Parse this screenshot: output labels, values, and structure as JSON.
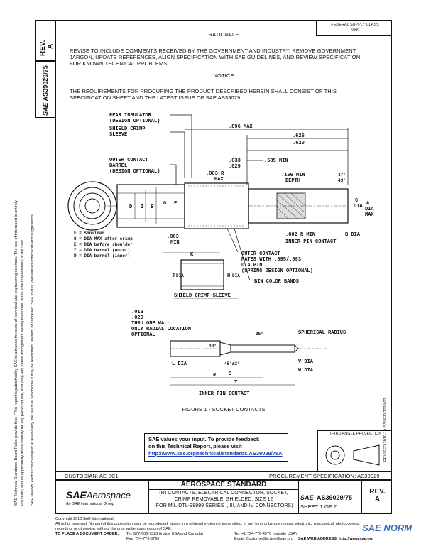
{
  "header": {
    "rev_label": "REV.",
    "rev_value": "A",
    "doc_id_vertical": "AS39029/75",
    "sae_small": "SAE",
    "federal_line1": "FEDERAL SUPPLY CLASS",
    "federal_line2": "5999"
  },
  "rationale": {
    "title": "RATIONALE",
    "text": "REVISE TO INCLUDE COMMENTS RECEIVED BY THE GOVERNMENT AND INDUSTRY, REMOVE GOVERNMENT JARGON, UPDATE REFERENCES, ALIGN SPECIFICATION WITH SAE GUIDELINES, AND REVIEW SPECIFICATION FOR KNOWN TECHNICAL PROBLEMS."
  },
  "notice": {
    "title": "NOTICE",
    "text": "THE REQUIREMENTS FOR PROCURING THE PRODUCT DESCRIBED HEREIN SHALL CONSIST OF THIS SPECIFICATION SHEET AND THE LATEST ISSUE OF SAE AS39029."
  },
  "drawing": {
    "rear_insulator": "REAR INSULATOR",
    "design_optional_1": "(DESIGN OPTIONAL)",
    "shield_crimp": "SHIELD CRIMP",
    "sleeve": "SLEEVE",
    "outer_contact": "OUTER CONTACT",
    "barrel": "BARREL",
    "design_optional_2": "(DESIGN OPTIONAL)",
    "dim_896": ".896 MAX",
    "dim_626": ".626",
    "dim_620": ".620",
    "dim_585": ".585 MIN",
    "dim_033": ".033",
    "dim_029": ".029",
    "dim_003r": ".003 R",
    "max": "MAX",
    "dim_166": ".166 MIN",
    "depth": "DEPTH",
    "angle_47": "47°",
    "angle_43": "43°",
    "c_dia": "C",
    "dia": "DIA",
    "dia_max": "MAX",
    "label_d": "D",
    "label_z": "Z",
    "label_e": "E",
    "label_g": "G",
    "label_f": "F",
    "legend": [
      "F = Shoulder",
      "G = DIA MAX after crimp",
      "E = DIA before shoulder",
      "Z = DIA barrel (outer)",
      "D = DIA barrel (inner)"
    ],
    "dim_063": ".063",
    "min": "MIN",
    "dim_002r": ".002 R MIN",
    "b_dia": "B DIA",
    "inner_pin_contact_1": "INNER PIN CONTACT",
    "outer_contact_2": "OUTER CONTACT",
    "mates_with": "MATES WITH .095/.093",
    "dia_pin": "DIA PIN",
    "spring_design": "(SPRING DESIGN OPTIONAL)",
    "bin_color": "BIN COLOR BANDS",
    "label_k": "K",
    "label_j": "J",
    "j_dia": "DIA",
    "label_h": "H",
    "h_dia": "DIA",
    "shield_sleeve_title": "SHIELD CRIMP SLEEVE",
    "dim_013": ".013",
    "dim_020": ".020",
    "thru_one_wall": "THRU ONE WALL",
    "only_radial": "ONLY RADIAL LOCATION",
    "optional": "OPTIONAL",
    "angle_30": "30°",
    "angle_35": "35°",
    "spherical": "SPHERICAL RADIUS",
    "l_dia": "L DIA",
    "angle_45": "45°±2°",
    "label_s": "S",
    "v_dia": "V DIA",
    "w_dia": "W DIA",
    "label_r": "R",
    "label_t": "T",
    "inner_pin_title": "INNER PIN CONTACT",
    "figure_caption": "FIGURE 1 - SOCKET CONTACTS"
  },
  "feedback": {
    "line1": "SAE values your input. To provide feedback",
    "line2": "on this Technical Report, please visit",
    "url": "http://www.sae.org/technical/standards/AS39029/75A"
  },
  "projection": {
    "label": "THIRD ANGLE PROJECTION"
  },
  "right_vertical": {
    "text": "REVISED 2010-10     ISSUED 2000-07"
  },
  "left_vertical": {
    "line1": "SAE Technical Standards Board Rules provide that: \"This report is published by SAE to advance the state of technical and engineering sciences. The use of this report is entirely",
    "line2": "voluntary, and its applicability and suitability for any particular use, including any patent infringement arising therefrom, is the sole responsibility of the user.\"",
    "line3": "SAE reviews each technical report at least every five years at which time it may be reaffirmed, revised, or cancelled. SAE invites your written comments and suggestions."
  },
  "title_block": {
    "custodian": "CUSTODIAN: AE-8C1",
    "procurement": "PROCUREMENT SPECIFICATION: AS39029",
    "logo_sae": "SAE",
    "logo_aero": "Aerospace",
    "logo_sub": "An SAE International Group",
    "standard_title": "AEROSPACE STANDARD",
    "desc1": "(R) CONTACTS, ELECTRICAL CONNECTOR, SOCKET,",
    "desc2": "CRIMP REMOVABLE, SHIELDED, SIZE 12",
    "desc3": "(FOR MIL-DTL-38999 SERIES I, III, AND IV CONNECTORS)",
    "sae_mark": "SAE",
    "doc_number": "AS39029/75",
    "sheet": "SHEET 1 OF 7",
    "rev_label": "REV.",
    "rev_value": "A"
  },
  "footer": {
    "copyright": "Copyright 2010 SAE International",
    "rights": "All rights reserved. No part of this publication may be reproduced, stored in a retrieval system or transmitted, in any form or by any means, electronic, mechanical, photocopying,",
    "rights2": "recording, or otherwise, without the prior written permission of SAE.",
    "order": "TO PLACE A DOCUMENT ORDER:",
    "tel1": "Tel:  877-606-7323 (inside USA and Canada)",
    "tel2": "Tel:  +1 724-776-4970 (outside USA)",
    "fax": "Fax:  724-776-0790",
    "email": "Email:  CustomerService@sae.org",
    "web": "SAE WEB ADDRESS:  http://www.sae.org",
    "watermark": "SAE NORM"
  }
}
